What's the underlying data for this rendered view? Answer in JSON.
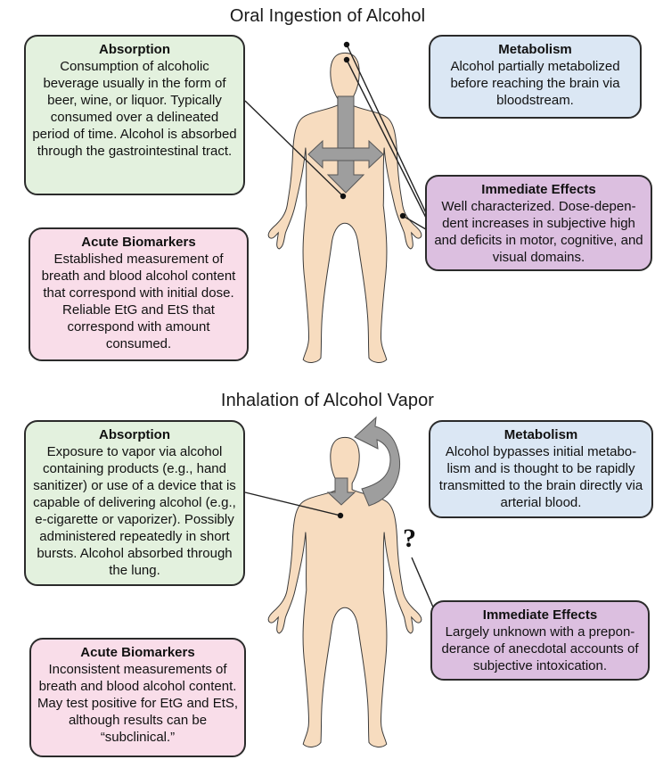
{
  "oral": {
    "title": "Oral Ingestion of Alcohol",
    "absorption": {
      "title": "Absorption",
      "text": "Consumption of alcoholic beverage usually in the form of beer, wine, or liquor. Typically consumed over a delineated period of time. Alcohol is absorbed through the gastrointestinal tract."
    },
    "metabolism": {
      "title": "Metabolism",
      "text": "Alcohol partially metabolized before reaching the brain via bloodstream."
    },
    "immediate_effects": {
      "title": "Immediate Effects",
      "text": "Well characterized. Dose-depen-dent increases in subjective high and deficits in motor, cognitive, and visual domains."
    },
    "acute_biomarkers": {
      "title": "Acute Biomarkers",
      "text": "Established measurement of breath and blood alcohol content that correspond with initial dose. Reliable EtG and EtS that correspond with amount consumed."
    }
  },
  "vapor": {
    "title": "Inhalation of Alcohol Vapor",
    "absorption": {
      "title": "Absorption",
      "text": "Exposure to vapor via alcohol containing products (e.g., hand sanitizer) or use of a device that is capable of delivering alcohol (e.g., e-cigarette or vaporizer). Possibly administered repeatedly in short bursts. Alcohol absorbed through the lung."
    },
    "metabolism": {
      "title": "Metabolism",
      "text": "Alcohol bypasses initial metabo-lism and is thought to be rapidly transmitted to the brain directly via arterial blood."
    },
    "immediate_effects": {
      "title": "Immediate Effects",
      "text": "Largely unknown with a prepon-derance of anecdotal accounts of subjective intoxication."
    },
    "acute_biomarkers": {
      "title": "Acute Biomarkers",
      "text": "Inconsistent measurements of breath and blood alcohol content. May test positive for EtG and EtS, although results can be “subclinical.”"
    },
    "question_mark": "?"
  },
  "colors": {
    "absorption": "#e3f1de",
    "metabolism": "#dbe7f4",
    "acute_biomarkers": "#f9dde9",
    "immediate_effects": "#dcbfe0",
    "body": "#f7dcbf",
    "arrow": "#9e9e9e"
  },
  "icons": [
    "human-body-figure",
    "down-arrow",
    "left-right-arrow",
    "curved-arrow",
    "question-mark"
  ]
}
